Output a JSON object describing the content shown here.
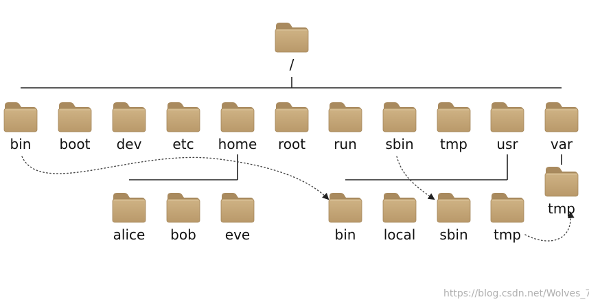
{
  "root": {
    "name": "/"
  },
  "top_level": [
    "bin",
    "boot",
    "dev",
    "etc",
    "home",
    "root",
    "run",
    "sbin",
    "tmp",
    "usr",
    "var"
  ],
  "home_children": [
    "alice",
    "bob",
    "eve"
  ],
  "usr_children": [
    "bin",
    "local",
    "sbin",
    "tmp"
  ],
  "var_children": [
    "tmp"
  ],
  "links": [
    {
      "from": "bin",
      "to": "usr/bin"
    },
    {
      "from": "sbin",
      "to": "usr/sbin"
    },
    {
      "from": "usr/tmp",
      "to": "var/tmp"
    }
  ],
  "watermark": "https://blog.csdn.net/Wolves_7",
  "colors": {
    "folder_body": "#c6a77a",
    "folder_tab": "#a98a5e",
    "line": "#222222"
  },
  "icon": "folder-icon"
}
